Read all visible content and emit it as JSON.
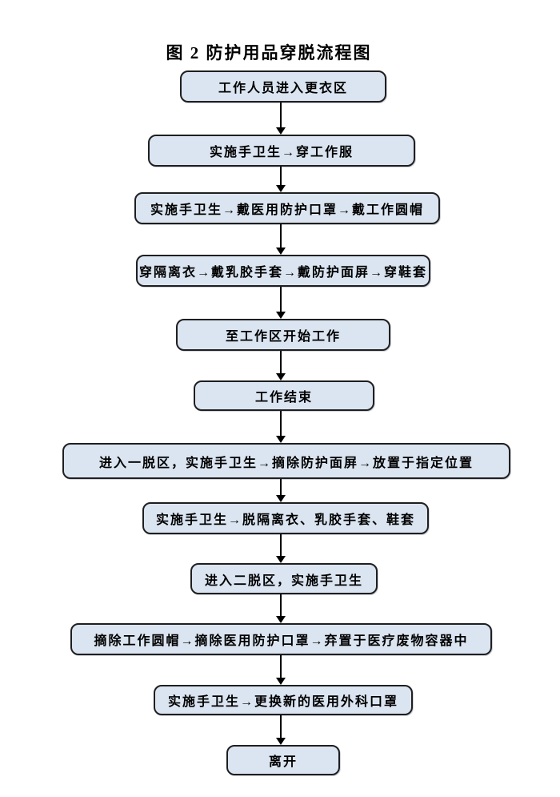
{
  "page": {
    "title": "图 2 防护用品穿脱流程图",
    "background_color": "#ffffff"
  },
  "flow": {
    "node_fill_color": "#dbe5f1",
    "node_border_color": "#1f1f1f",
    "arrow_color": "#000000",
    "steps": [
      {
        "label": "工作人员进入更衣区"
      },
      {
        "label": "实施手卫生→穿工作服"
      },
      {
        "label": "实施手卫生→戴医用防护口罩→戴工作圆帽"
      },
      {
        "label": "穿隔离衣→戴乳胶手套→戴防护面屏→穿鞋套"
      },
      {
        "label": "至工作区开始工作"
      },
      {
        "label": "工作结束"
      },
      {
        "label": "进入一脱区，实施手卫生→摘除防护面屏→放置于指定位置"
      },
      {
        "label": "实施手卫生→脱隔离衣、乳胶手套、鞋套"
      },
      {
        "label": "进入二脱区，实施手卫生"
      },
      {
        "label": "摘除工作圆帽→摘除医用防护口罩→弃置于医疗废物容器中"
      },
      {
        "label": "实施手卫生→更换新的医用外科口罩"
      },
      {
        "label": "离开"
      }
    ]
  }
}
